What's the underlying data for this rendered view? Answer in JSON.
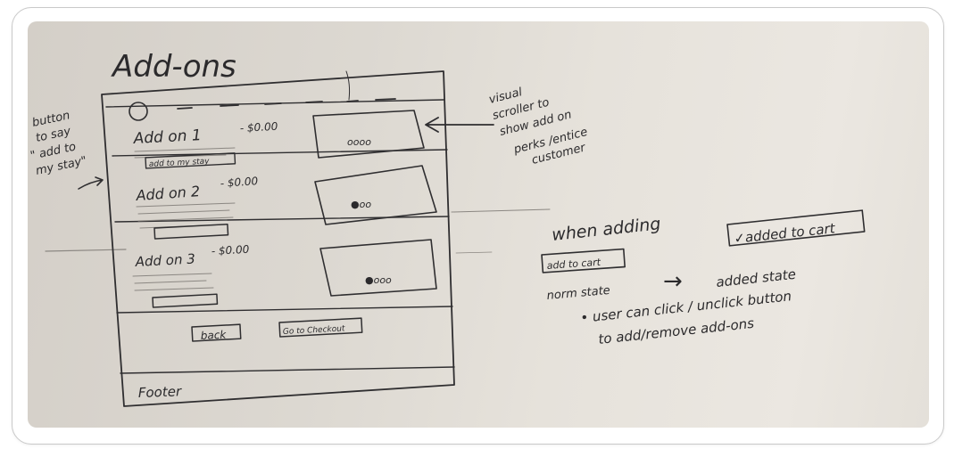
{
  "title": "Add-ons",
  "side_note_left": [
    "button",
    "to say",
    "\" add to",
    "my stay\""
  ],
  "side_note_right": [
    "visual",
    "scroller to",
    "show add on",
    "perks /entice",
    "customer"
  ],
  "addons": [
    {
      "label": "Add on 1",
      "price": "- $0.00",
      "button": "add to my stay",
      "dots": "oooo"
    },
    {
      "label": "Add on 2",
      "price": "- $0.00",
      "button": "",
      "dots": "●oo"
    },
    {
      "label": "Add on 3",
      "price": "- $0.00",
      "button": "",
      "dots": "●ooo"
    }
  ],
  "footer_buttons": {
    "back": "back",
    "checkout": "Go to Checkout"
  },
  "footer": "Footer",
  "adding_note": {
    "heading": "when adding",
    "normal_button": "add to cart",
    "normal_caption": "norm state",
    "arrow": "→",
    "added_button": "✓added to cart",
    "added_caption": "added state",
    "bullet_line1": "• user can click / unclick button",
    "bullet_line2": "to add/remove add-ons"
  },
  "colors": {
    "paper": "#e4e0d9",
    "ink": "#2b2a2c"
  }
}
